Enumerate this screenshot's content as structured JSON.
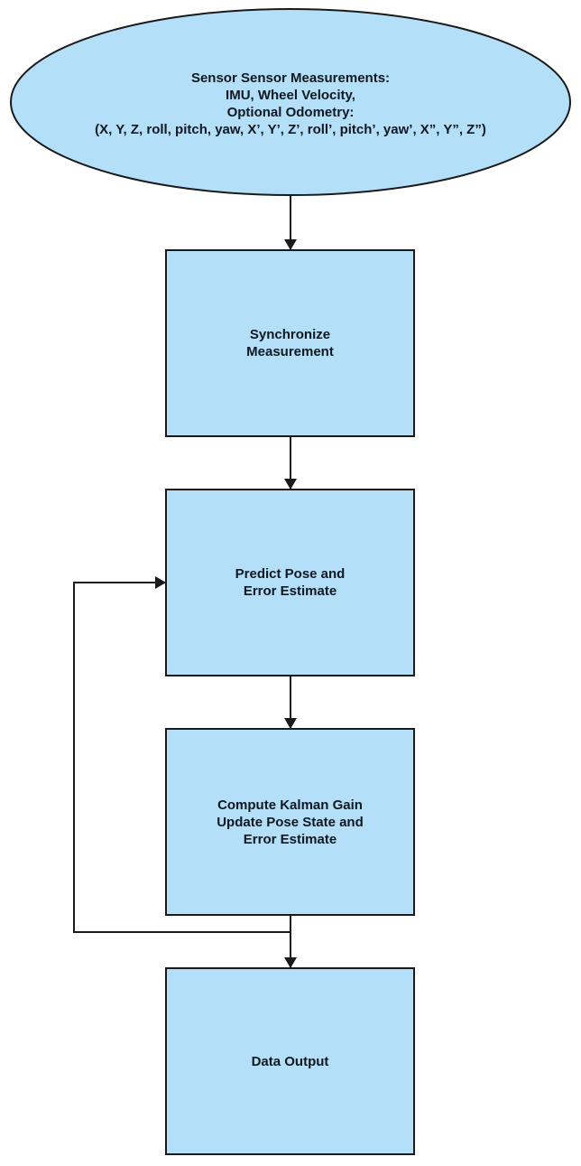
{
  "colors": {
    "node_fill": "#b3dff8",
    "stroke": "#1a1a1a",
    "text": "#101820",
    "background": "#ffffff"
  },
  "nodes": {
    "sensor": {
      "shape": "ellipse",
      "lines": [
        "Sensor Sensor Measurements:",
        "IMU, Wheel Velocity,",
        "Optional Odometry:",
        "(X, Y, Z, roll, pitch, yaw, X’, Y’, Z’, roll’, pitch’, yaw’, X”, Y”, Z”)"
      ]
    },
    "synchronize": {
      "shape": "rectangle",
      "lines": [
        "Synchronize",
        "Measurement"
      ]
    },
    "predict": {
      "shape": "rectangle",
      "lines": [
        "Predict Pose and",
        "Error Estimate"
      ]
    },
    "update": {
      "shape": "rectangle",
      "lines": [
        "Compute Kalman Gain",
        "Update Pose State and",
        "Error Estimate"
      ]
    },
    "output": {
      "shape": "rectangle",
      "lines": [
        "Data Output"
      ]
    }
  },
  "edges": [
    {
      "from": "sensor",
      "to": "synchronize"
    },
    {
      "from": "synchronize",
      "to": "predict"
    },
    {
      "from": "predict",
      "to": "update"
    },
    {
      "from": "update",
      "to": "output"
    },
    {
      "from": "update",
      "to": "predict",
      "kind": "feedback-loop"
    }
  ]
}
